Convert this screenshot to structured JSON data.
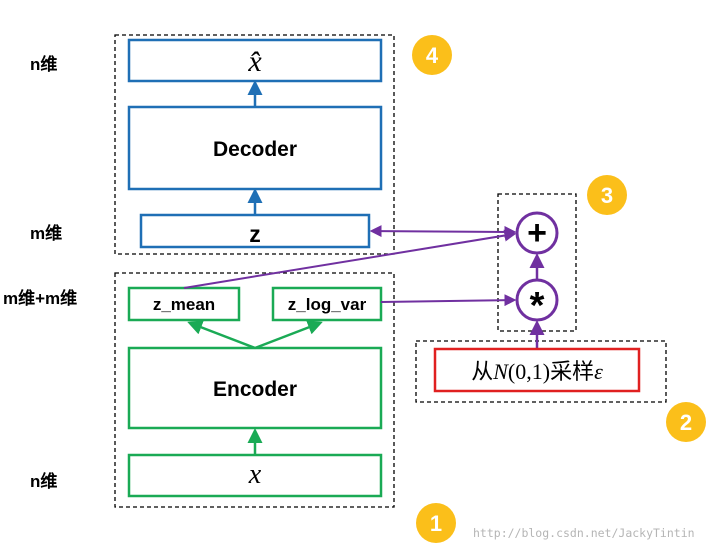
{
  "diagram": {
    "dim_labels": {
      "top": "n维",
      "middle": "m维",
      "concat": "m维+m维",
      "bottom": "n维"
    },
    "nodes": {
      "output": "x̂",
      "decoder": "Decoder",
      "z": "z",
      "z_mean": "z_mean",
      "z_log_var": "z_log_var",
      "encoder": "Encoder",
      "input": "x"
    },
    "operators": {
      "add": "+",
      "multiply": "*"
    },
    "sample_box": {
      "prefix": "从",
      "dist_symbol": "N",
      "params": "(0,1)",
      "suffix": "采样",
      "epsilon": "ε"
    },
    "step_badges": [
      "1",
      "2",
      "3",
      "4"
    ],
    "watermark": "http://blog.csdn.net/JackyTintin"
  },
  "colors": {
    "decoder_blue": "#1f6fb5",
    "encoder_green": "#1aaa55",
    "operator_purple": "#7030a0",
    "sample_red": "#e02020",
    "badge_yellow": "#fbbf1a"
  }
}
